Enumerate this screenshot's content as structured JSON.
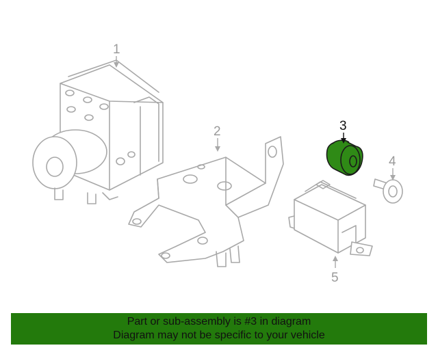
{
  "callouts": {
    "c1": "1",
    "c2": "2",
    "c3": "3",
    "c4": "4",
    "c5": "5"
  },
  "banner": {
    "line1": "Part or sub-assembly is #3 in diagram",
    "line2": "Diagram may not be specific to your vehicle"
  },
  "colors": {
    "highlight_part": "#2f8a16",
    "banner": "#237a0c",
    "outline": "#a8a8a8"
  }
}
